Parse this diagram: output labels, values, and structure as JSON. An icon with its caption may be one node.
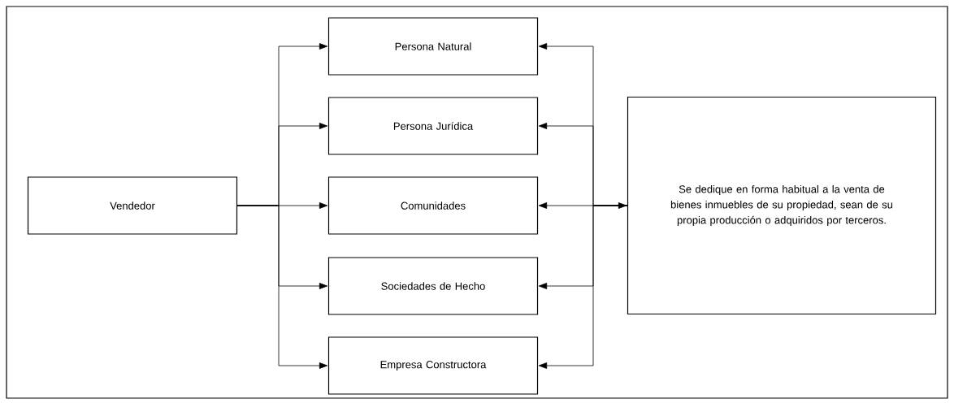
{
  "diagram": {
    "nodes": [
      {
        "text": [
          "Vendedor"
        ]
      },
      {
        "text": [
          "Persona Natural"
        ]
      },
      {
        "text": [
          "Persona Jurídica"
        ]
      },
      {
        "text": [
          "Comunidades"
        ]
      },
      {
        "text": [
          "Sociedades de Hecho"
        ]
      },
      {
        "text": [
          "Empresa Constructora"
        ]
      },
      {
        "text": [
          "Se dedique en forma habitual a la venta de bienes inmuebles de su propiedad, sean de su propia producción o adquiridos por terceros."
        ]
      }
    ],
    "edges": [
      {
        "from": 0,
        "to": 1,
        "arrow": "to"
      },
      {
        "from": 0,
        "to": 2,
        "arrow": "to"
      },
      {
        "from": 0,
        "to": 3,
        "arrow": "to"
      },
      {
        "from": 0,
        "to": 4,
        "arrow": "to"
      },
      {
        "from": 0,
        "to": 5,
        "arrow": "to"
      },
      {
        "from": 6,
        "to": 1,
        "arrow": "to"
      },
      {
        "from": 6,
        "to": 2,
        "arrow": "to"
      },
      {
        "from": 6,
        "to": 3,
        "arrow": "to"
      },
      {
        "from": 6,
        "to": 4,
        "arrow": "to"
      },
      {
        "from": 6,
        "to": 5,
        "arrow": "to"
      },
      {
        "from": null,
        "to": 6,
        "arrow": "to"
      }
    ]
  }
}
